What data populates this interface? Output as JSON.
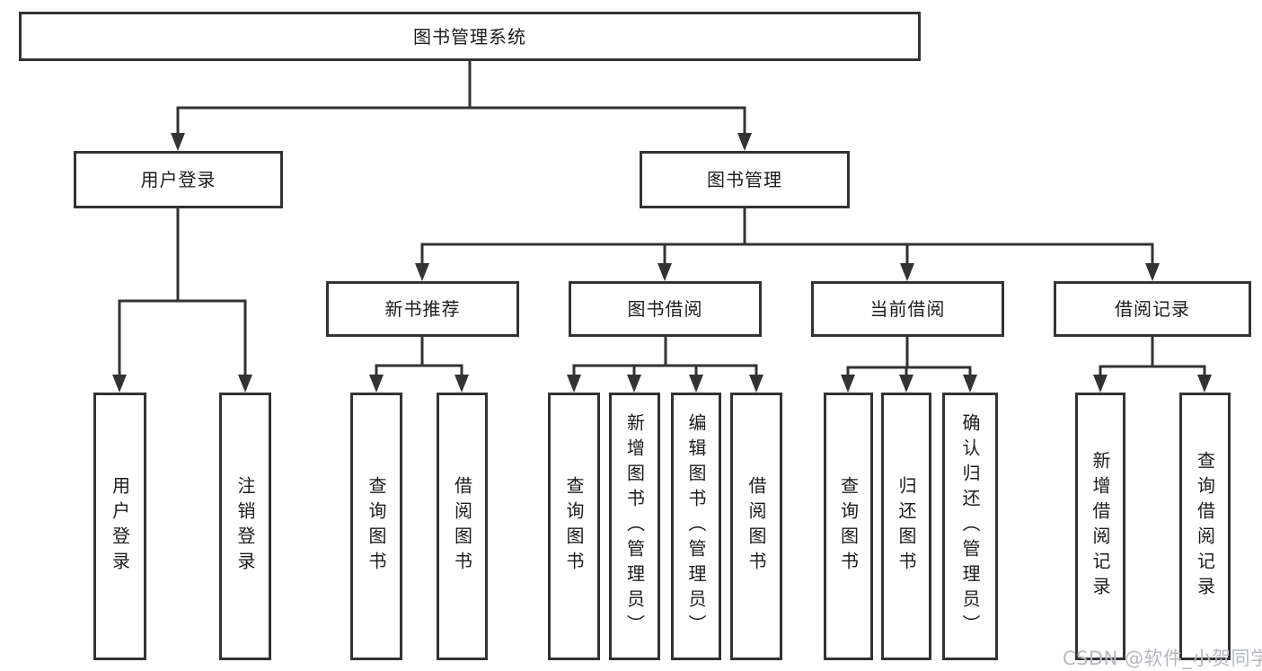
{
  "diagram": {
    "root": "图书管理系统",
    "branches": [
      {
        "label": "用户登录",
        "leaves": [
          "用户登录",
          "注销登录"
        ]
      },
      {
        "label": "图书管理",
        "groups": [
          {
            "label": "新书推荐",
            "leaves": [
              "查询图书",
              "借阅图书"
            ]
          },
          {
            "label": "图书借阅",
            "leaves": [
              "查询图书",
              "新增图书（管理员）",
              "编辑图书（管理员）",
              "借阅图书"
            ]
          },
          {
            "label": "当前借阅",
            "leaves": [
              "查询图书",
              "归还图书",
              "确认归还（管理员）"
            ]
          },
          {
            "label": "借阅记录",
            "leaves": [
              "新增借阅记录",
              "查询借阅记录"
            ]
          }
        ]
      }
    ]
  },
  "watermark": "CSDN @软件_小贺同学",
  "colors": {
    "line": "#333333",
    "text": "#1c1c1c",
    "watermark_text": "#b5b8bd",
    "background": "#ffffff"
  }
}
